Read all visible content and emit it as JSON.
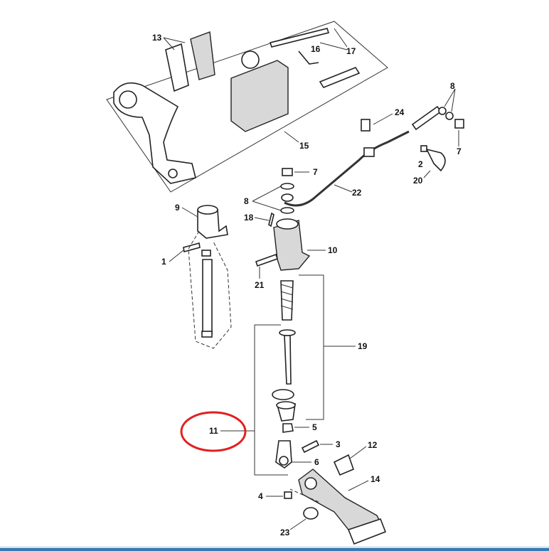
{
  "diagram": {
    "title": "Rear brake master cylinder and caliper exploded view",
    "callouts": {
      "c13": "13",
      "c17": "17",
      "c16": "16",
      "c15": "15",
      "c8a": "8",
      "c24": "24",
      "c7a": "7",
      "c2": "2",
      "c20": "20",
      "c7b": "7",
      "c8b": "8",
      "c22": "22",
      "c9": "9",
      "c18": "18",
      "c10": "10",
      "c1": "1",
      "c21": "21",
      "c19": "19",
      "c11": "11",
      "c5": "5",
      "c3": "3",
      "c12": "12",
      "c6": "6",
      "c14": "14",
      "c4": "4",
      "c23": "23"
    },
    "highlight": {
      "target": "11",
      "color": "#e02020"
    }
  }
}
